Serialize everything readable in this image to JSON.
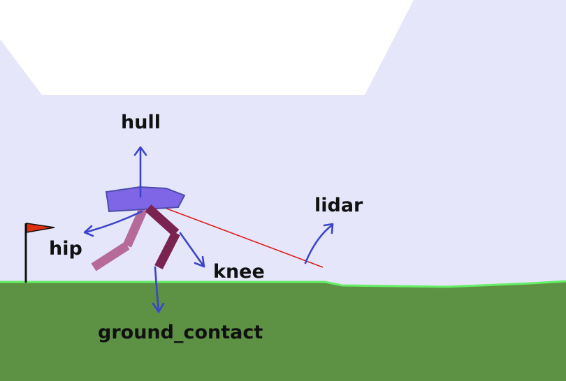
{
  "labels": {
    "hull": "hull",
    "hip": "hip",
    "knee": "knee",
    "lidar": "lidar",
    "ground_contact": "ground_contact"
  },
  "colors": {
    "sky": "#e6e6fa",
    "cloud": "#ffffff",
    "ground": "#5d9245",
    "ground_edge": "#66ee66",
    "hull": "#7f66e6",
    "hull_outline": "#4c4caa",
    "leg_near": "#7a2250",
    "leg_far": "#b56a9a",
    "lidar_ray": "#dd2222",
    "flag": "#e03010",
    "arrow": "#3a45c8",
    "text": "#111111"
  },
  "icons": [
    "flag-icon"
  ]
}
